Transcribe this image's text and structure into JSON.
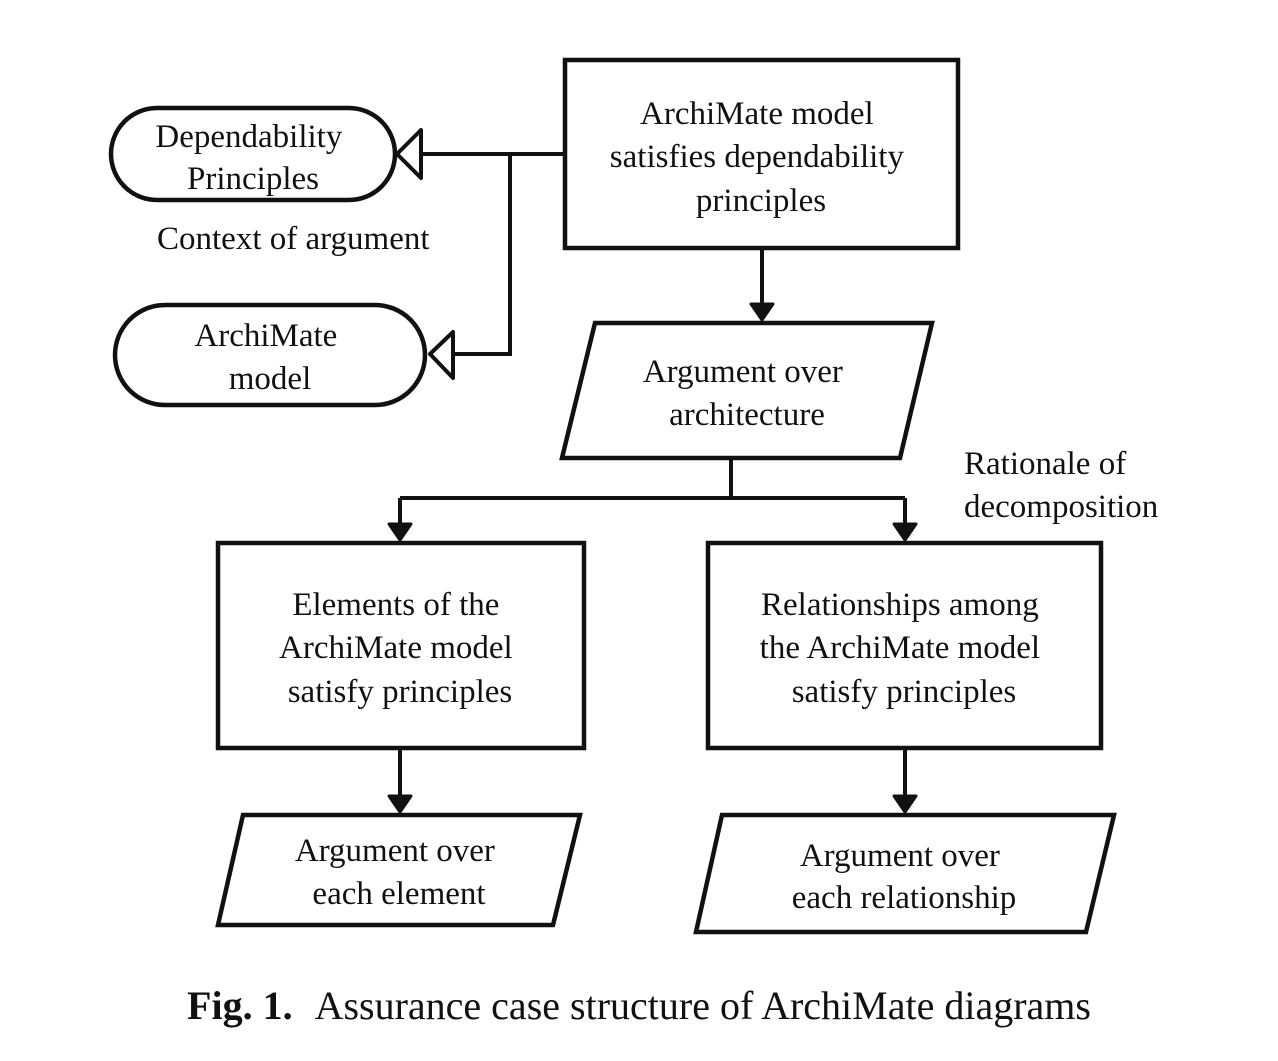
{
  "nodes": {
    "top_goal": [
      "ArchiMate model",
      "satisfies dependability",
      "principles"
    ],
    "context_dependability": [
      "Dependability",
      "Principles"
    ],
    "context_archimate": [
      "ArchiMate",
      "model"
    ],
    "strategy_architecture": [
      "Argument over",
      "architecture"
    ],
    "goal_elements": [
      "Elements of the",
      "ArchiMate model",
      "satisfy principles"
    ],
    "goal_relationships": [
      "Relationships among",
      "the ArchiMate model",
      "satisfy principles"
    ],
    "strategy_elements": [
      "Argument over",
      "each element"
    ],
    "strategy_relationships": [
      "Argument over",
      "each relationship"
    ]
  },
  "annotations": {
    "context_label": [
      "Context of argument"
    ],
    "rationale_label": [
      "Rationale of",
      "decomposition"
    ]
  },
  "caption": {
    "number": "Fig. 1.",
    "text": "Assurance case structure of ArchiMate diagrams"
  }
}
